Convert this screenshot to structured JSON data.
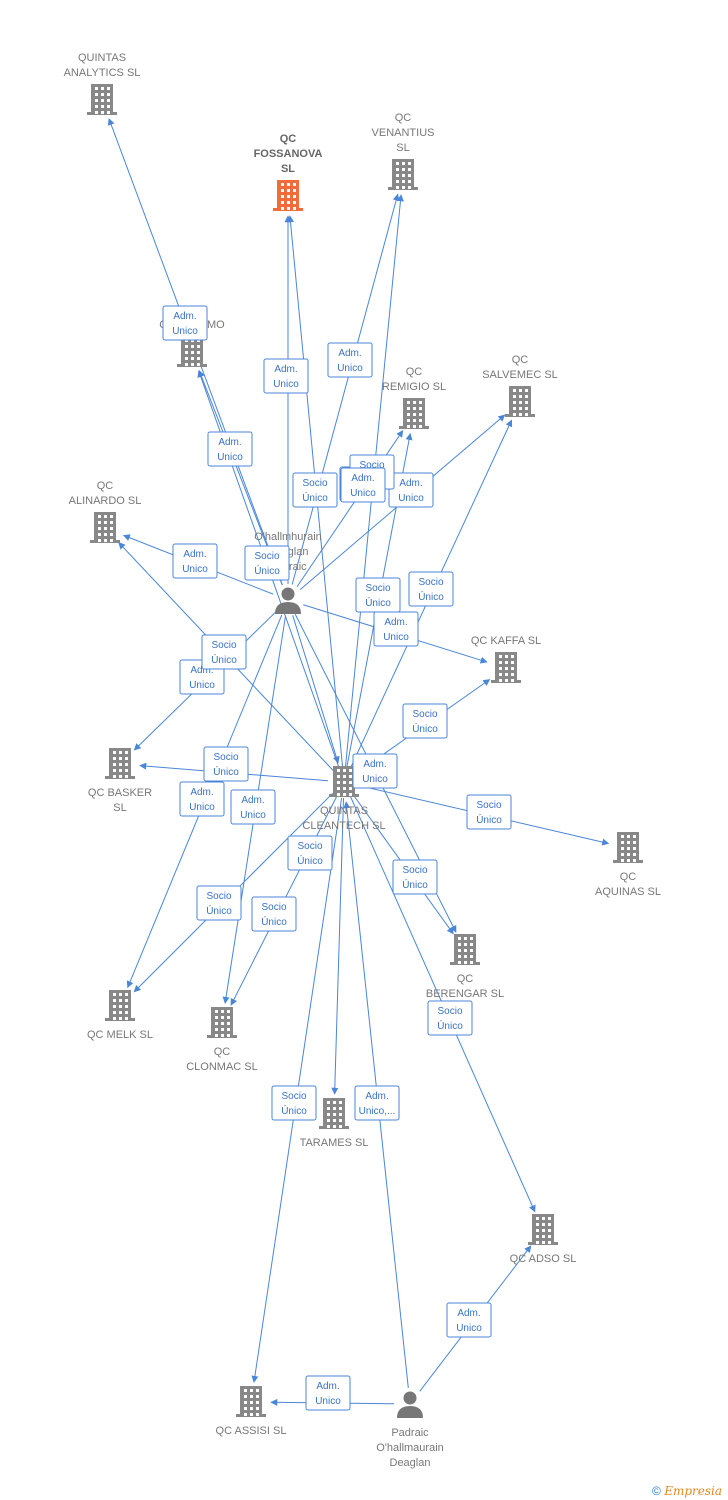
{
  "colors": {
    "edge": "#4a86d8",
    "building": "#888888",
    "building_highlight": "#f26b3a",
    "person": "#777777",
    "label": "#777777"
  },
  "nodes": [
    {
      "id": "quintas-analytics",
      "type": "company",
      "label": [
        "QUINTAS",
        "ANALYTICS  SL"
      ]
    },
    {
      "id": "qc-fossanova",
      "type": "company",
      "highlight": true,
      "label": [
        "QC",
        "FOSSANOVA",
        "SL"
      ]
    },
    {
      "id": "qc-venantius",
      "type": "company",
      "label": [
        "QC",
        "VENANTIUS",
        "SL"
      ]
    },
    {
      "id": "qc-adelmo",
      "type": "company",
      "label": [
        "QC ADELMO"
      ]
    },
    {
      "id": "qc-remigio",
      "type": "company",
      "label": [
        "QC",
        "REMIGIO  SL"
      ]
    },
    {
      "id": "qc-salvemec",
      "type": "company",
      "label": [
        "QC",
        "SALVEMEC  SL"
      ]
    },
    {
      "id": "qc-alinardo",
      "type": "company",
      "label": [
        "QC",
        "ALINARDO  SL"
      ]
    },
    {
      "id": "ohallmhurain",
      "type": "person",
      "label": [
        "O'hallmhurain",
        "Deaglan",
        "Padraic"
      ]
    },
    {
      "id": "qc-kaffa",
      "type": "company",
      "label": [
        "QC KAFFA  SL"
      ]
    },
    {
      "id": "qc-basker",
      "type": "company",
      "label": [
        "QC BASKER",
        "SL"
      ]
    },
    {
      "id": "quintas-cleantech",
      "type": "company",
      "label": [
        "QUINTAS",
        "CLEANTECH SL"
      ]
    },
    {
      "id": "qc-aquinas",
      "type": "company",
      "label": [
        "QC",
        "AQUINAS  SL"
      ]
    },
    {
      "id": "qc-berengar",
      "type": "company",
      "label": [
        "QC",
        "BERENGAR  SL"
      ]
    },
    {
      "id": "qc-melk",
      "type": "company",
      "label": [
        "QC MELK  SL"
      ]
    },
    {
      "id": "qc-clonmac",
      "type": "company",
      "label": [
        "QC",
        "CLONMAC  SL"
      ]
    },
    {
      "id": "tarames",
      "type": "company",
      "label": [
        "TARAMES  SL"
      ]
    },
    {
      "id": "qc-adso",
      "type": "company",
      "label": [
        "QC ADSO  SL"
      ]
    },
    {
      "id": "qc-assisi",
      "type": "company",
      "label": [
        "QC ASSISI  SL"
      ]
    },
    {
      "id": "padraic",
      "type": "person",
      "label": [
        "Padraic",
        "O'hallmaurain",
        "Deaglan"
      ]
    }
  ],
  "edges": [
    {
      "from": "ohallmhurain",
      "to": "quintas-analytics",
      "label": [
        "Adm.",
        "Unico"
      ]
    },
    {
      "from": "ohallmhurain",
      "to": "qc-adelmo",
      "label": [
        "Adm.",
        "Unico"
      ]
    },
    {
      "from": "ohallmhurain",
      "to": "qc-fossanova",
      "label": [
        "Adm.",
        "Unico"
      ]
    },
    {
      "from": "ohallmhurain",
      "to": "qc-venantius",
      "label": [
        "Adm.",
        "Unico"
      ]
    },
    {
      "from": "ohallmhurain",
      "to": "qc-alinardo",
      "label": [
        "Adm.",
        "Unico"
      ]
    },
    {
      "from": "ohallmhurain",
      "to": "qc-remigio",
      "label": [
        "Adm.",
        "Unico"
      ]
    },
    {
      "from": "ohallmhurain",
      "to": "qc-salvemec",
      "label": [
        "Adm.",
        "Unico"
      ]
    },
    {
      "from": "ohallmhurain",
      "to": "qc-kaffa",
      "label": [
        "Adm.",
        "Unico"
      ]
    },
    {
      "from": "ohallmhurain",
      "to": "qc-basker",
      "label": [
        "Adm.",
        "Unico"
      ]
    },
    {
      "from": "ohallmhurain",
      "to": "qc-melk",
      "label": [
        "Adm.",
        "Unico"
      ]
    },
    {
      "from": "ohallmhurain",
      "to": "qc-clonmac",
      "label": [
        "Adm.",
        "Unico"
      ]
    },
    {
      "from": "ohallmhurain",
      "to": "qc-berengar",
      "label": [
        "Adm.",
        "Unico"
      ]
    },
    {
      "from": "quintas-cleantech",
      "to": "qc-fossanova",
      "label": [
        "Socio",
        "Único"
      ]
    },
    {
      "from": "quintas-cleantech",
      "to": "qc-adelmo",
      "label": [
        "Socio",
        "Único"
      ]
    },
    {
      "from": "quintas-cleantech",
      "to": "qc-venantius",
      "label": [
        "Socio",
        "Único"
      ]
    },
    {
      "from": "quintas-cleantech",
      "to": "qc-remigio",
      "label": [
        "Socio",
        "Único"
      ]
    },
    {
      "from": "quintas-cleantech",
      "to": "qc-salvemec",
      "label": [
        "Socio",
        "Único"
      ]
    },
    {
      "from": "quintas-cleantech",
      "to": "qc-alinardo",
      "label": [
        "Socio",
        "Único"
      ]
    },
    {
      "from": "quintas-cleantech",
      "to": "qc-kaffa",
      "label": [
        "Socio",
        "Único"
      ]
    },
    {
      "from": "quintas-cleantech",
      "to": "qc-basker",
      "label": [
        "Socio",
        "Único"
      ]
    },
    {
      "from": "quintas-cleantech",
      "to": "qc-aquinas",
      "label": [
        "Socio",
        "Único"
      ]
    },
    {
      "from": "quintas-cleantech",
      "to": "qc-berengar",
      "label": [
        "Socio",
        "Único"
      ]
    },
    {
      "from": "quintas-cleantech",
      "to": "qc-melk",
      "label": [
        "Socio",
        "Único"
      ]
    },
    {
      "from": "quintas-cleantech",
      "to": "qc-clonmac",
      "label": [
        "Socio",
        "Único"
      ]
    },
    {
      "from": "quintas-cleantech",
      "to": "tarames",
      "label": [
        "Socio",
        "Único"
      ]
    },
    {
      "from": "quintas-cleantech",
      "to": "qc-adso",
      "label": [
        "Socio",
        "Único"
      ]
    },
    {
      "from": "quintas-cleantech",
      "to": "qc-assisi",
      "label": [
        "Socio",
        "Único"
      ]
    },
    {
      "from": "ohallmhurain",
      "to": "quintas-cleantech",
      "label": [
        "Adm.",
        "Unico"
      ]
    },
    {
      "from": "padraic",
      "to": "quintas-cleantech",
      "label": [
        "Adm.",
        "Unico,..."
      ]
    },
    {
      "from": "padraic",
      "to": "qc-adso",
      "label": [
        "Adm.",
        "Unico"
      ]
    },
    {
      "from": "padraic",
      "to": "qc-assisi",
      "label": [
        "Adm.",
        "Unico"
      ]
    }
  ],
  "footer": {
    "copyright": "©",
    "brand": "Empresia"
  }
}
